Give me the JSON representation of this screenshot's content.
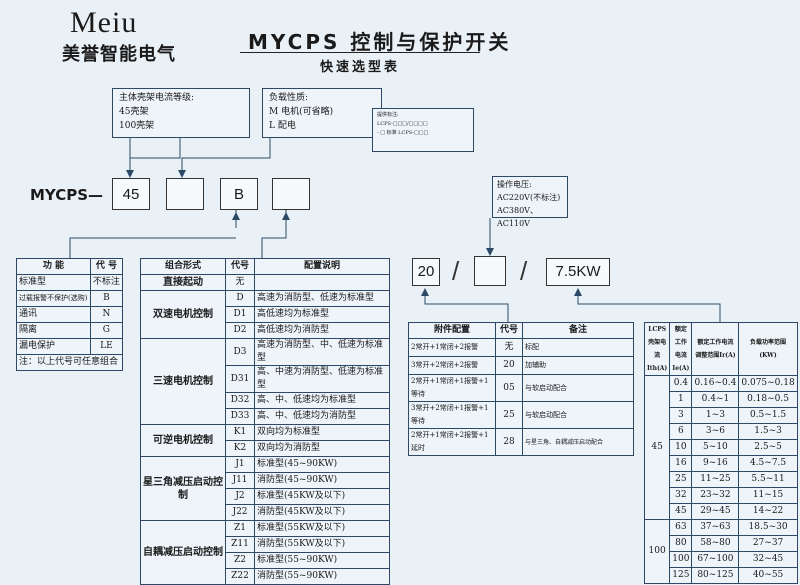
{
  "logo": {
    "en": "Meiu",
    "cn": "美誉智能电气"
  },
  "title": "MYCPS 控制与保护开关",
  "subtitle": "快速选型表",
  "frame_box": {
    "line1": "主体壳架电流等级:",
    "line2": "45壳架",
    "line3": "100壳架"
  },
  "load_box": {
    "line1": "负载性质:",
    "line2": "M  电机(可省略)",
    "line3": "L   配电"
  },
  "mark_box": {
    "line1": "提供标注:",
    "line2": "LCPS-□□□/□□□□",
    "line3": "- □ 标准   LCPS-□□□"
  },
  "voltage_box": {
    "line1": "操作电压:",
    "line2": "AC220V(不标注)",
    "line3": "AC380V、AC110V"
  },
  "model": {
    "prefix": "MYCPS—",
    "slot1": "45",
    "slot2": "",
    "slot3": "B",
    "slot4": ""
  },
  "model2": {
    "slot1": "20",
    "slot2": "",
    "slot3": "7.5KW",
    "sep": "/"
  },
  "func_table": {
    "headers": [
      "功 能",
      "代 号"
    ],
    "rows": [
      [
        "标准型",
        "不标注"
      ],
      [
        "过载报警不保护(选购)",
        "B"
      ],
      [
        "通讯",
        "N"
      ],
      [
        "隔离",
        "G"
      ],
      [
        "漏电保护",
        "LE"
      ]
    ],
    "note": "注：以上代号可任意组合"
  },
  "combo_table": {
    "headers": [
      "组合形式",
      "代号",
      "配置说明"
    ],
    "first": [
      "直接起动",
      "无",
      ""
    ],
    "groups": [
      {
        "name": "双速电机控制",
        "rows": [
          [
            "D",
            "高速为消防型、低速为标准型"
          ],
          [
            "D1",
            "高低速均为标准型"
          ],
          [
            "D2",
            "高低速均为消防型"
          ]
        ]
      },
      {
        "name": "三速电机控制",
        "rows": [
          [
            "D3",
            "高速为消防型、中、低速为标准型"
          ],
          [
            "D31",
            "高、中速为消防型、低速为标准型"
          ],
          [
            "D32",
            "高、中、低速均为标准型"
          ],
          [
            "D33",
            "高、中、低速均为消防型"
          ]
        ]
      },
      {
        "name": "可逆电机控制",
        "rows": [
          [
            "K1",
            "双向均为标准型"
          ],
          [
            "K2",
            "双向均为消防型"
          ]
        ]
      },
      {
        "name": "星三角减压启动控制",
        "rows": [
          [
            "J1",
            "标准型(45~90KW)"
          ],
          [
            "J11",
            "消防型(45~90KW)"
          ],
          [
            "J2",
            "标准型(45KW及以下)"
          ],
          [
            "J22",
            "消防型(45KW及以下)"
          ]
        ]
      },
      {
        "name": "自耦减压启动控制",
        "rows": [
          [
            "Z1",
            "标准型(55KW及以下)"
          ],
          [
            "Z11",
            "消防型(55KW及以下)"
          ],
          [
            "Z2",
            "标准型(55~90KW)"
          ],
          [
            "Z22",
            "消防型(55~90KW)"
          ]
        ]
      }
    ]
  },
  "aux_table": {
    "headers": [
      "附件配置",
      "代号",
      "备注"
    ],
    "rows": [
      [
        "2常开+1常闭+2报警",
        "无",
        "标配"
      ],
      [
        "3常开+2常闭+2报警",
        "20",
        "加辅助"
      ],
      [
        "2常开+1常闭+1报警+1等待",
        "05",
        "与软启动配合"
      ],
      [
        "3常开+2常闭+1报警+1等待",
        "25",
        "与软启动配合"
      ],
      [
        "2常开+1常闭+2报警+1延时",
        "28",
        "与星三角、自耦减压启动配合"
      ]
    ]
  },
  "power_table": {
    "headers": [
      "LCPS壳架电流Ith(A)",
      "额定工作电流Ie(A)",
      "额定工作电流调整范围Ir(A)",
      "负载功率范围(KW)"
    ],
    "groups": [
      {
        "frame": "45",
        "rows": [
          [
            "0.4",
            "0.16~0.4",
            "0.075~0.18"
          ],
          [
            "1",
            "0.4~1",
            "0.18~0.5"
          ],
          [
            "3",
            "1~3",
            "0.5~1.5"
          ],
          [
            "6",
            "3~6",
            "1.5~3"
          ],
          [
            "10",
            "5~10",
            "2.5~5"
          ],
          [
            "16",
            "9~16",
            "4.5~7.5"
          ],
          [
            "25",
            "11~25",
            "5.5~11"
          ],
          [
            "32",
            "23~32",
            "11~15"
          ],
          [
            "45",
            "29~45",
            "14~22"
          ]
        ]
      },
      {
        "frame": "100",
        "rows": [
          [
            "63",
            "37~63",
            "18.5~30"
          ],
          [
            "80",
            "58~80",
            "27~37"
          ],
          [
            "100",
            "67~100",
            "32~45"
          ],
          [
            "125",
            "80~125",
            "40~55"
          ]
        ]
      }
    ]
  }
}
